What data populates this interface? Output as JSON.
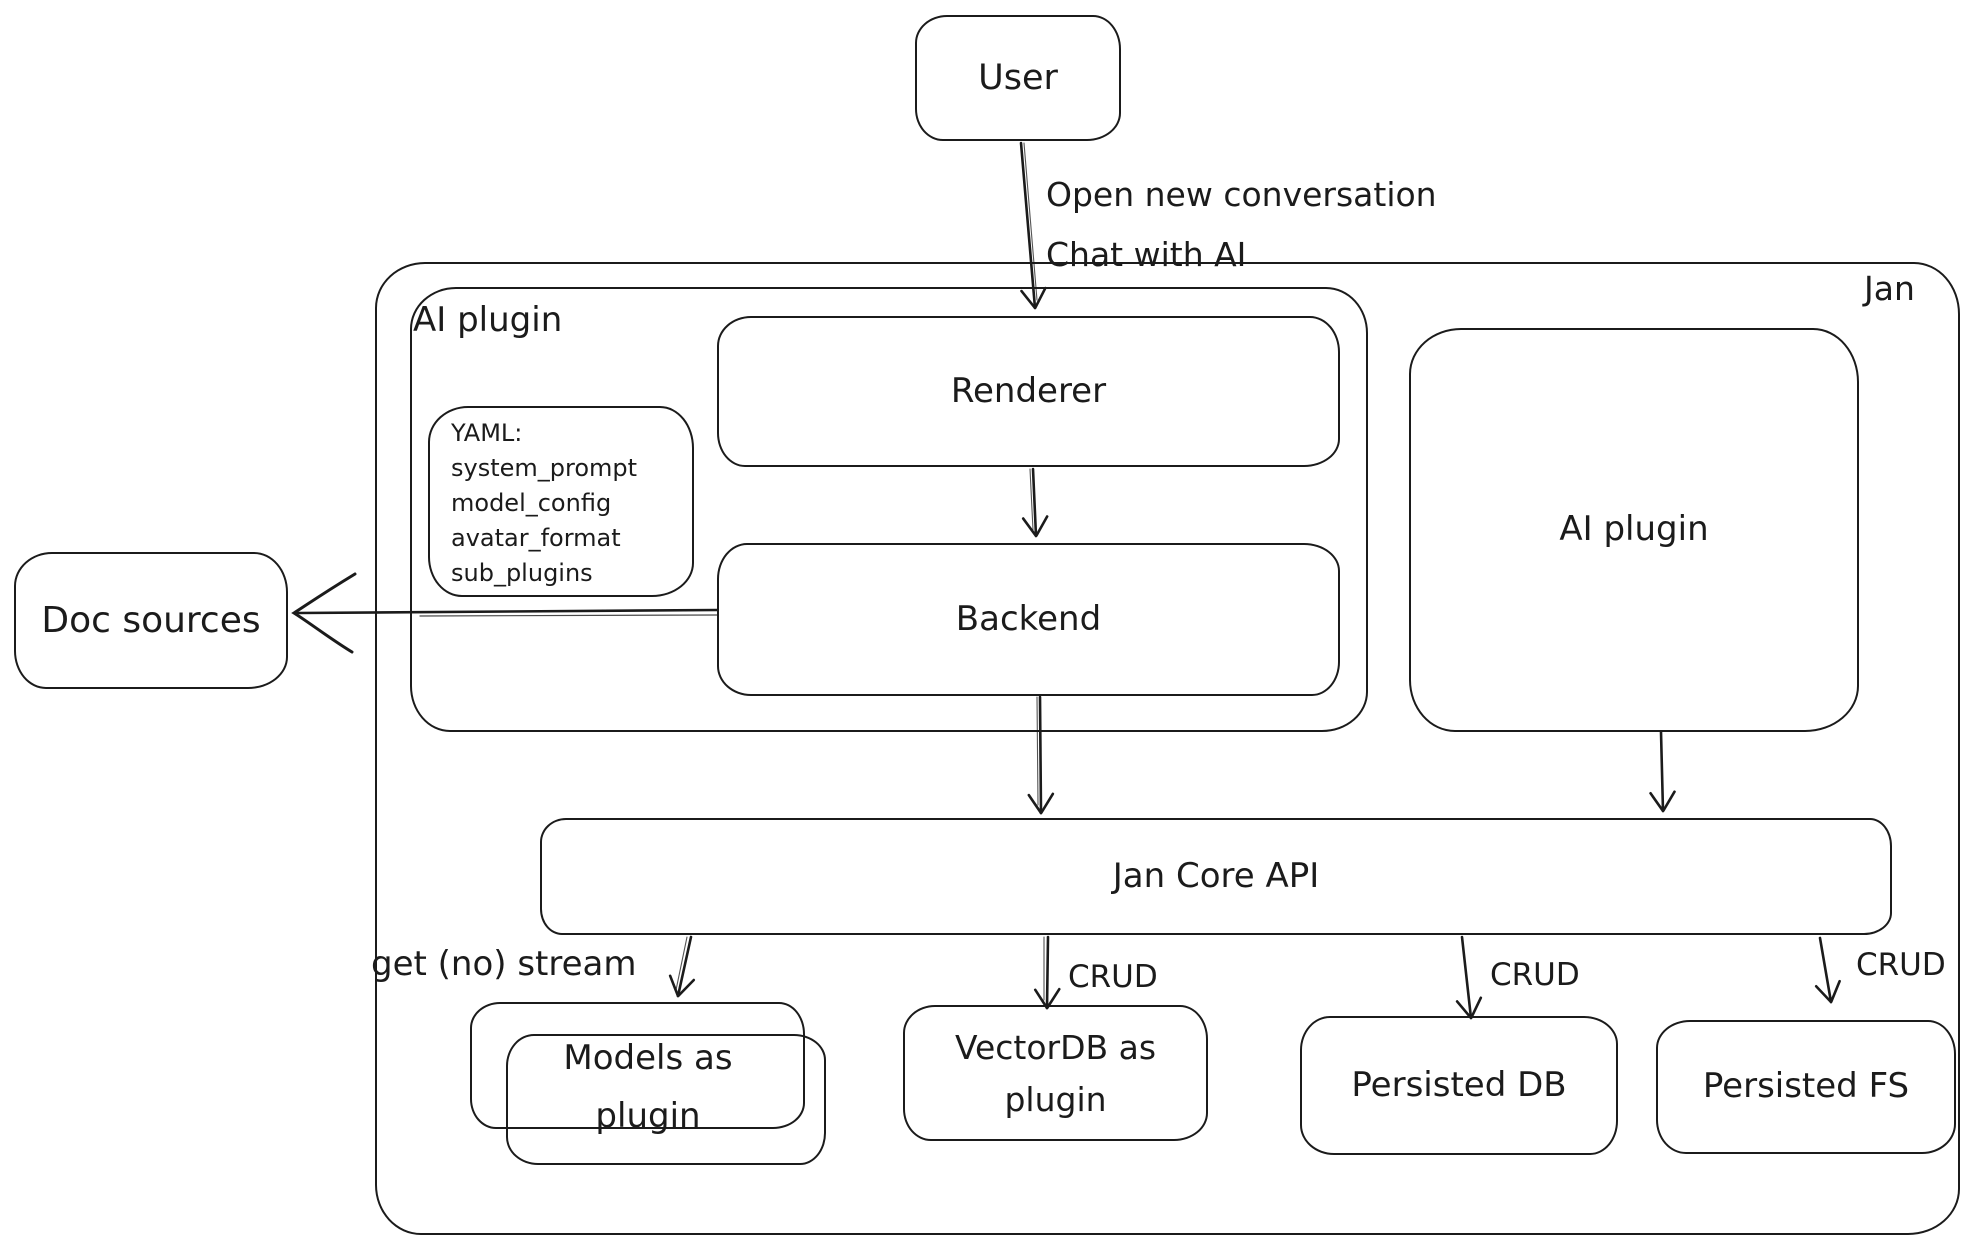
{
  "colors": {
    "ink": "#1b1b1b",
    "background": "#ffffff"
  },
  "nodes": {
    "user": {
      "label": "User"
    },
    "jan_container": {
      "label": "Jan"
    },
    "ai_plugin_container": {
      "label": "AI plugin"
    },
    "renderer": {
      "label": "Renderer"
    },
    "yaml_note": {
      "lines": [
        "YAML:",
        "system_prompt",
        "model_config",
        "avatar_format",
        "sub_plugins"
      ]
    },
    "backend": {
      "label": "Backend"
    },
    "doc_sources": {
      "label": "Doc sources"
    },
    "ai_plugin_box": {
      "label": "AI plugin"
    },
    "jan_core_api": {
      "label": "Jan Core API"
    },
    "models_plugin": {
      "line1": "Models as",
      "line2": "plugin"
    },
    "vectordb_plugin": {
      "line1": "VectorDB as",
      "line2": "plugin"
    },
    "persisted_db": {
      "label": "Persisted DB"
    },
    "persisted_fs": {
      "label": "Persisted FS"
    }
  },
  "edges": {
    "user_to_renderer": {
      "line1": "Open new conversation",
      "line2": "Chat with AI"
    },
    "api_to_models": {
      "label": "get (no) stream"
    },
    "api_to_vectordb": {
      "label": "CRUD"
    },
    "api_to_persisted_db": {
      "label": "CRUD"
    },
    "api_to_persisted_fs": {
      "label": "CRUD"
    }
  }
}
